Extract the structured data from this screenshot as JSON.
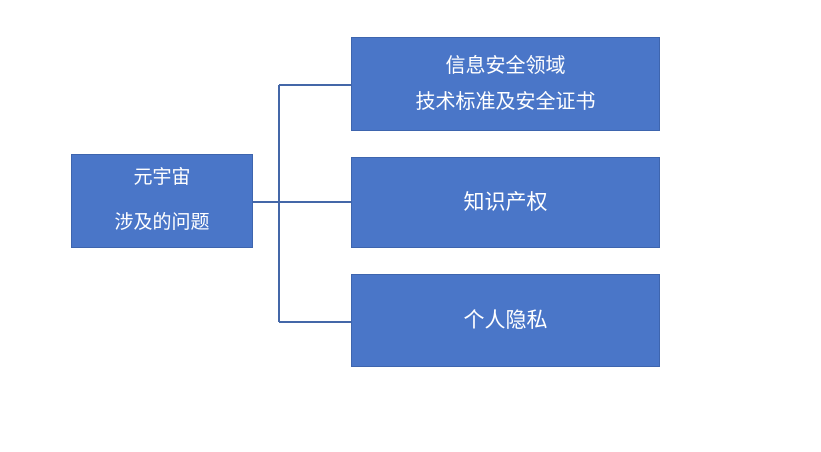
{
  "diagram": {
    "type": "tree",
    "root": {
      "lines": [
        "元宇宙",
        "涉及的问题"
      ]
    },
    "children": [
      {
        "lines": [
          "信息安全领域",
          "技术标准及安全证书"
        ]
      },
      {
        "lines": [
          "知识产权"
        ]
      },
      {
        "lines": [
          "个人隐私"
        ]
      }
    ],
    "colors": {
      "node_fill": "#4a76c8",
      "node_border": "#3e65ae",
      "connector": "#4467a8",
      "node_text": "#ffffff",
      "background": "#ffffff"
    }
  }
}
